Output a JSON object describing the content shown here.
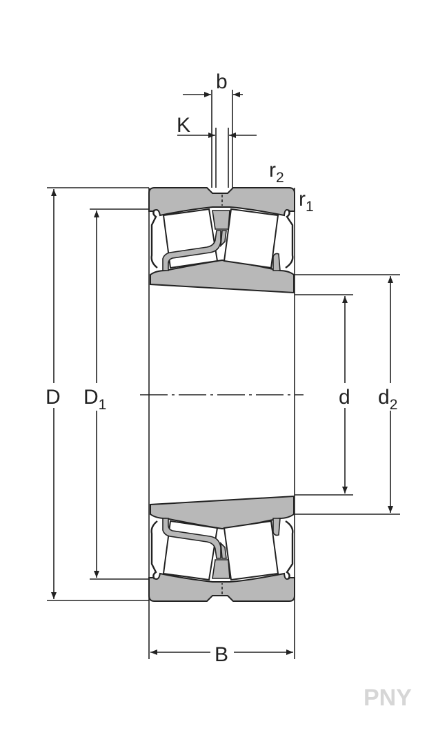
{
  "labels": {
    "D": "D",
    "D1_main": "D",
    "D1_sub": "1",
    "d": "d",
    "d2_main": "d",
    "d2_sub": "2",
    "B": "B",
    "b": "b",
    "K": "K",
    "r1_main": "r",
    "r1_sub": "1",
    "r2_main": "r",
    "r2_sub": "2"
  },
  "watermark": "PNY",
  "colors": {
    "ring_fill": "#b8b8b8",
    "line": "#222222"
  }
}
